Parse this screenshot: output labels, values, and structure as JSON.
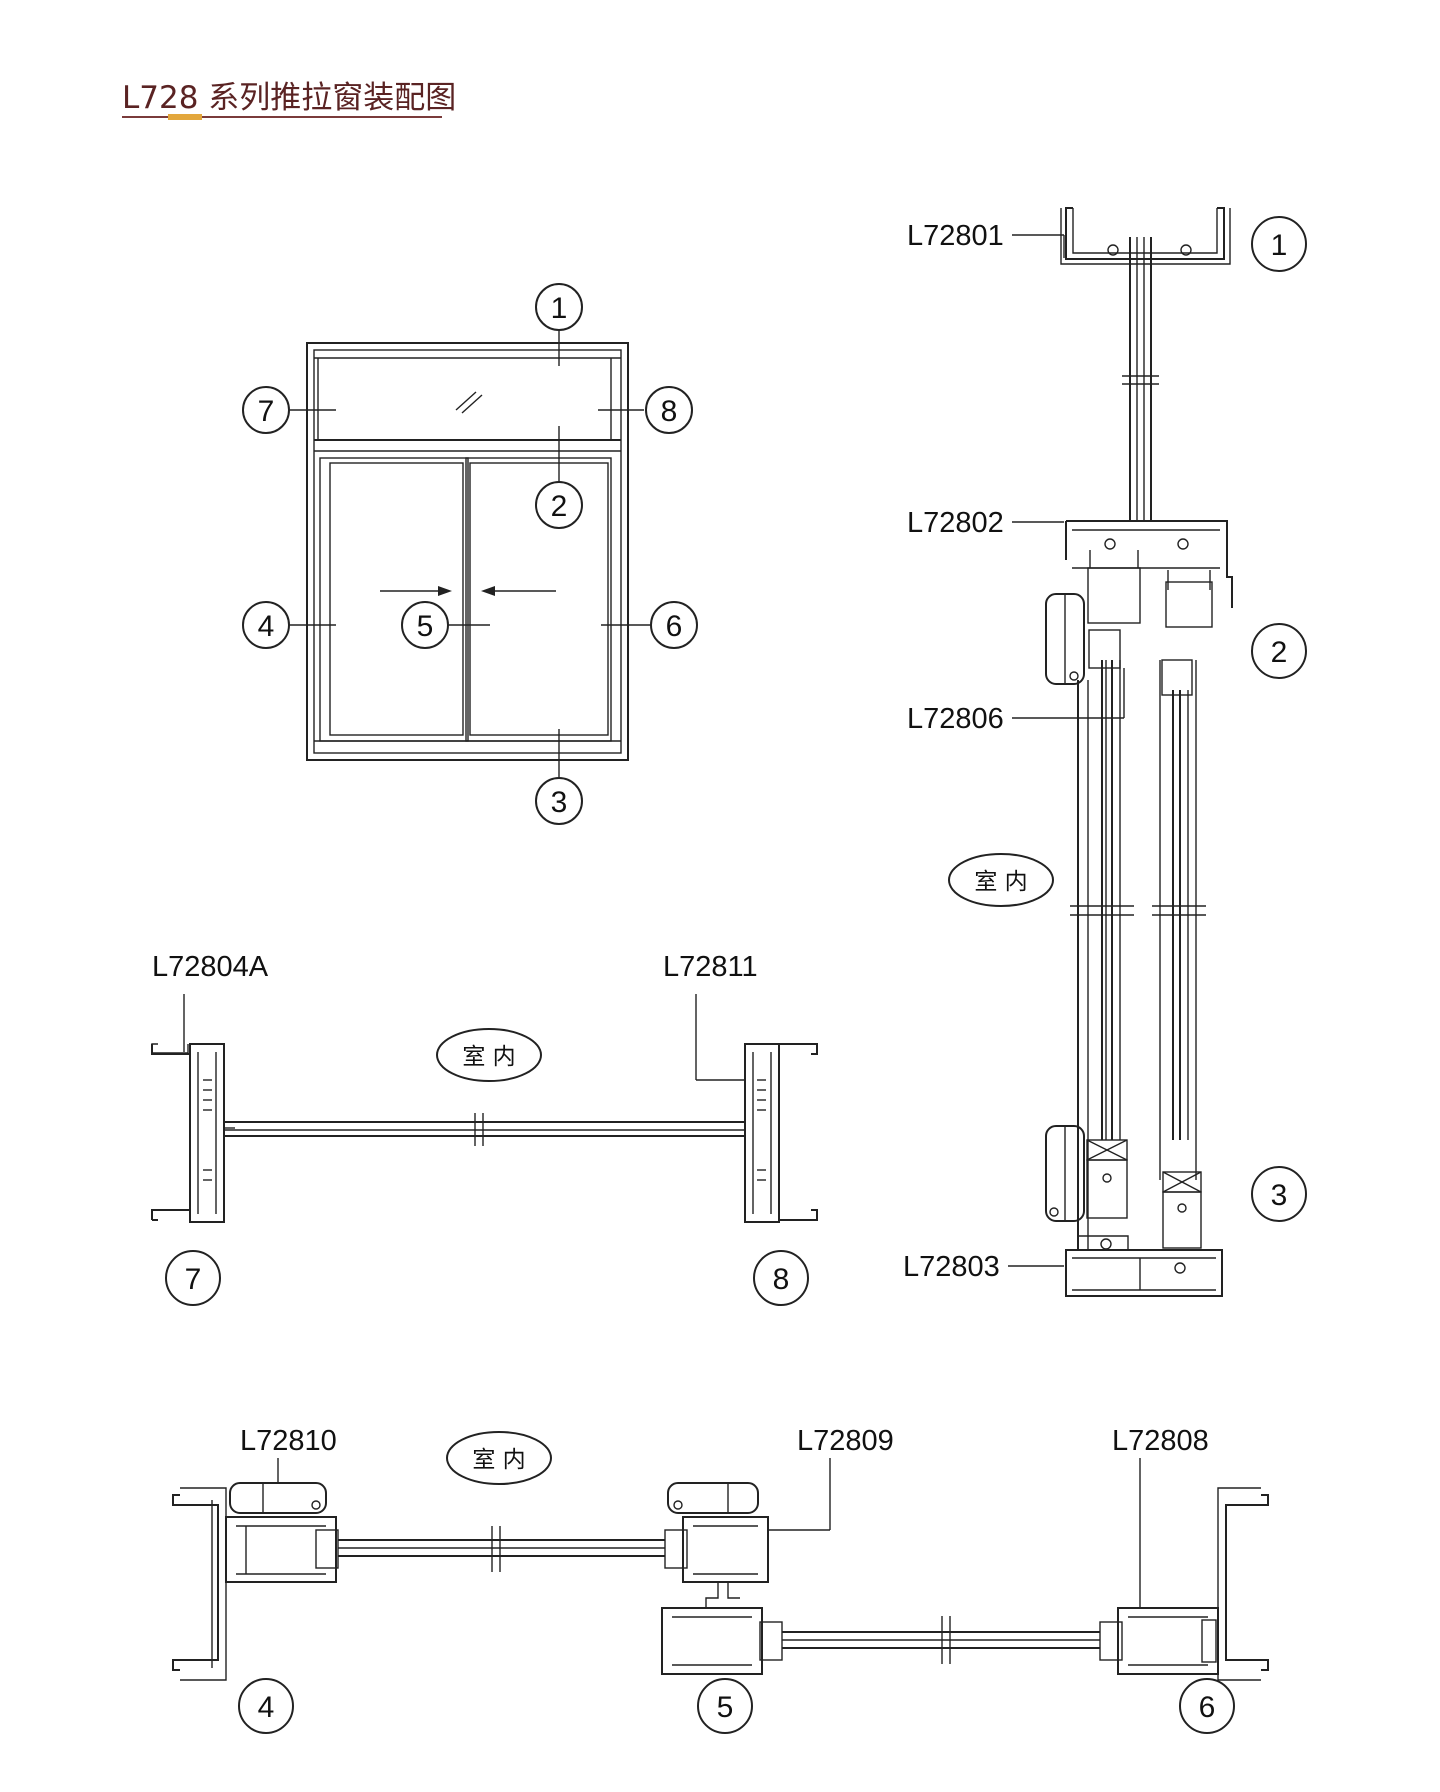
{
  "title": "L728 系列推拉窗装配图",
  "colors": {
    "title": "#5a2323",
    "rule": "#7a3b3b",
    "accent": "#e3a73c",
    "line": "#222222"
  },
  "markers": [
    "1",
    "2",
    "3",
    "4",
    "5",
    "6",
    "7",
    "8"
  ],
  "profiles": {
    "p01": "L72801",
    "p02": "L72802",
    "p03": "L72803",
    "p04a": "L72804A",
    "p06": "L72806",
    "p08": "L72808",
    "p09": "L72809",
    "p10": "L72810",
    "p11": "L72811"
  },
  "indoor_label": "室 内"
}
